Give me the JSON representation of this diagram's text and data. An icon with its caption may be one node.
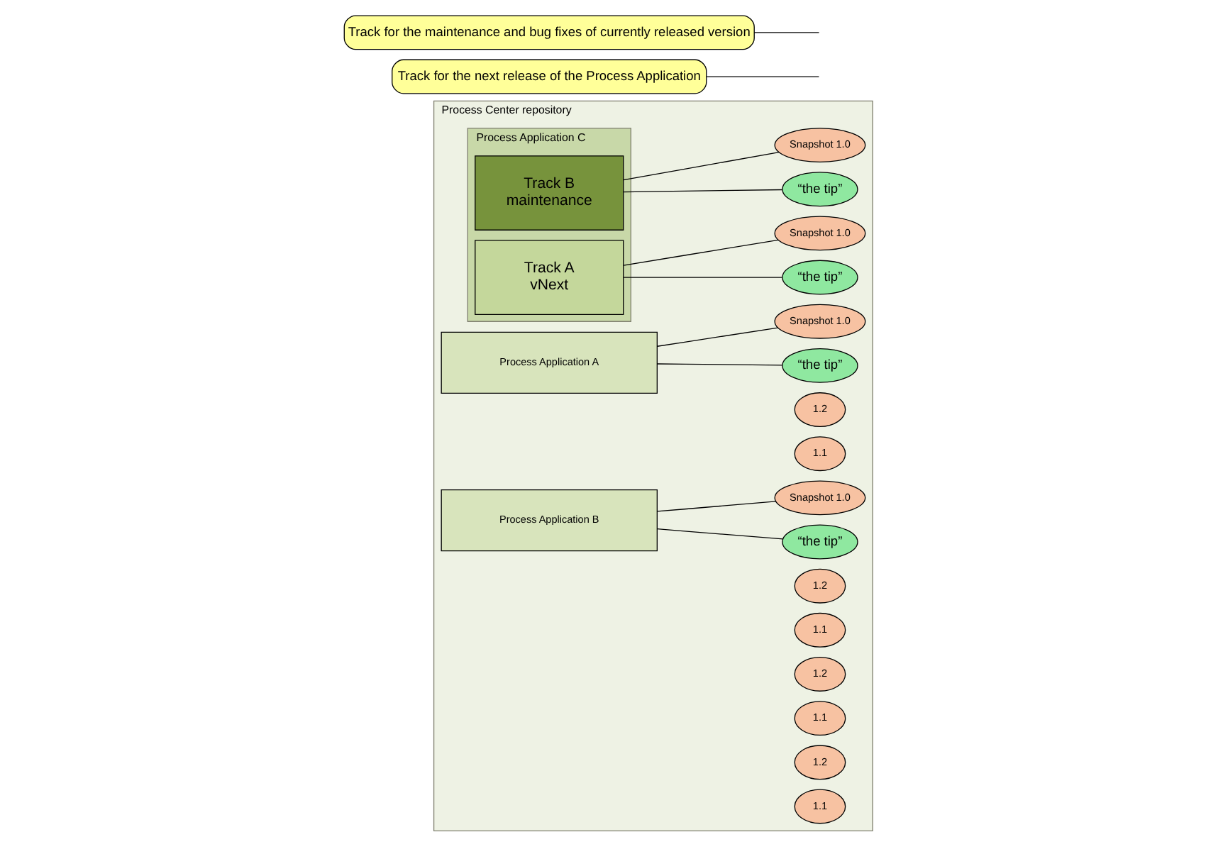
{
  "diagram": {
    "nodes": [
      {
        "text": [
          "Process Center repository"
        ]
      },
      {
        "text": [
          "Process Application A"
        ],
        "in": 0
      },
      {
        "text": [
          "“the tip”"
        ],
        "in": 0
      },
      {
        "text": [
          "1.2"
        ],
        "in": 0
      },
      {
        "text": [
          "1.1"
        ],
        "in": 0
      },
      {
        "text": [
          "Snapshot 1.0"
        ],
        "in": 0
      },
      {
        "text": [
          "Process Application B"
        ],
        "in": 0
      },
      {
        "text": [
          "“the tip”"
        ],
        "in": 0
      },
      {
        "text": [
          "1.2"
        ],
        "in": 0
      },
      {
        "text": [
          "1.1"
        ],
        "in": 0
      },
      {
        "text": [
          "Snapshot 1.0"
        ],
        "in": 0
      },
      {
        "text": [
          "Process Application C"
        ],
        "in": 0
      },
      {
        "text": [
          "Track A",
          "vNext"
        ],
        "in": 11
      },
      {
        "text": [
          "“the tip”"
        ],
        "in": 0
      },
      {
        "text": [
          "1.2"
        ],
        "in": 0
      },
      {
        "text": [
          "1.1"
        ],
        "in": 0
      },
      {
        "text": [
          "Snapshot 1.0"
        ],
        "in": 0
      },
      {
        "text": [
          "Track B",
          "maintenance"
        ],
        "in": 11
      },
      {
        "text": [
          "“the tip”"
        ],
        "in": 0
      },
      {
        "text": [
          "1.2"
        ],
        "in": 0
      },
      {
        "text": [
          "1.1"
        ],
        "in": 0
      },
      {
        "text": [
          "Snapshot 1.0"
        ],
        "in": 0
      },
      {
        "text": [
          "Track for the next release of the Process Application"
        ]
      },
      {
        "text": [
          "Track for the maintenance and bug fixes of currently released version"
        ]
      }
    ],
    "edges": [
      {
        "from": 1,
        "to": 2,
        "arrow": "none"
      },
      {
        "from": 1,
        "to": 5,
        "arrow": "none"
      },
      {
        "from": 6,
        "to": 7,
        "arrow": "none"
      },
      {
        "from": 6,
        "to": 10,
        "arrow": "none"
      },
      {
        "from": 12,
        "to": 13,
        "arrow": "none"
      },
      {
        "from": 12,
        "to": 16,
        "arrow": "none"
      },
      {
        "from": 17,
        "to": 18,
        "arrow": "none"
      },
      {
        "from": 17,
        "to": 21,
        "arrow": "none"
      },
      {
        "from": 22,
        "to": null,
        "arrow": "none"
      },
      {
        "from": 23,
        "to": null,
        "arrow": "none"
      }
    ]
  }
}
